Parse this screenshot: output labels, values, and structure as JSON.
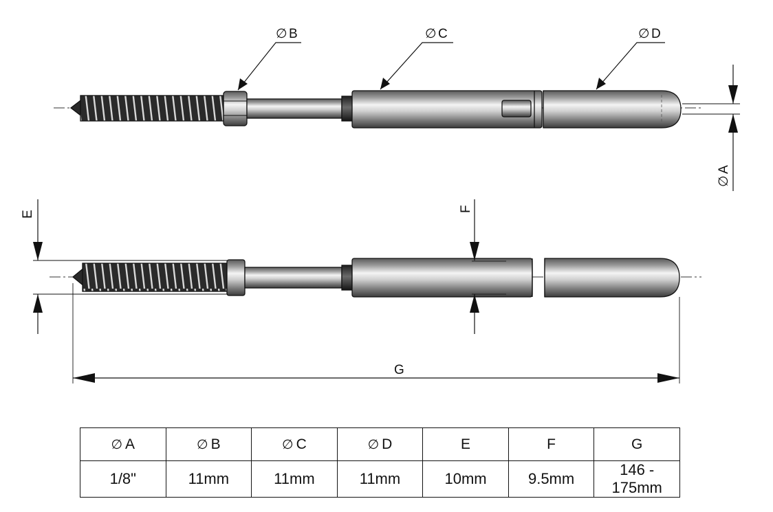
{
  "symbols": {
    "diameter": "∅"
  },
  "callouts": {
    "phi_b": "B",
    "phi_c": "C",
    "phi_d": "D",
    "phi_a": "A",
    "e": "E",
    "f": "F",
    "g": "G"
  },
  "table": {
    "headers": [
      {
        "prefix": "∅",
        "label": "A"
      },
      {
        "prefix": "∅",
        "label": "B"
      },
      {
        "prefix": "∅",
        "label": "C"
      },
      {
        "prefix": "∅",
        "label": "D"
      },
      {
        "prefix": "",
        "label": "E"
      },
      {
        "prefix": "",
        "label": "F"
      },
      {
        "prefix": "",
        "label": "G"
      }
    ],
    "values": [
      "1/8\"",
      "11mm",
      "11mm",
      "11mm",
      "10mm",
      "9.5mm",
      "146 - 175mm"
    ]
  },
  "colors": {
    "line": "#111111",
    "metal_dark": "#4a4a4a",
    "metal_light": "#f2f2f2"
  }
}
